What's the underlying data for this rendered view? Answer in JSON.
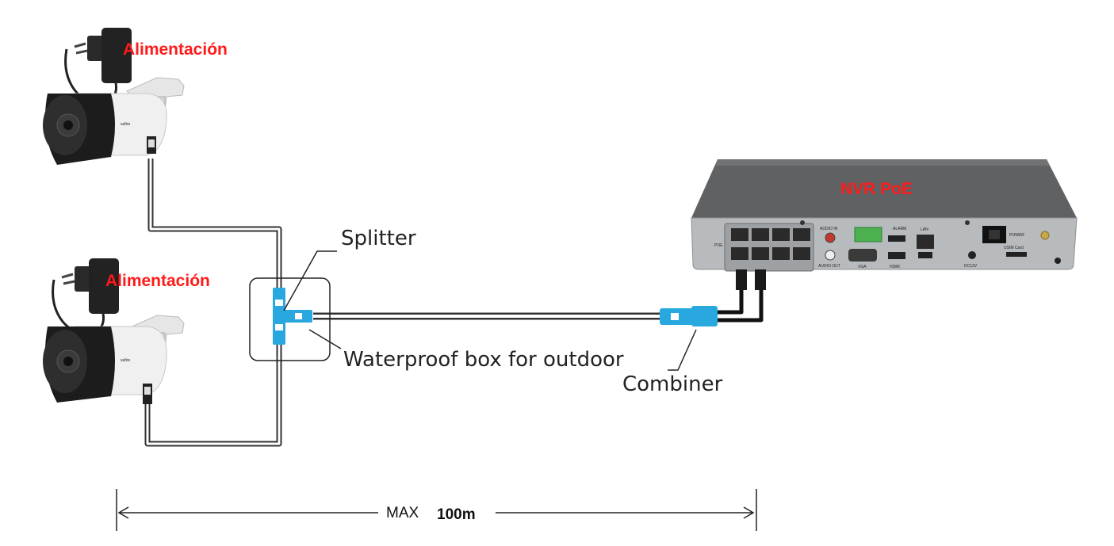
{
  "cameras": [
    {
      "power_label": "Alimentación",
      "brand": "safire"
    },
    {
      "power_label": "Alimentación",
      "brand": "safire"
    }
  ],
  "splitter_label": "Splitter",
  "box_label": "Waterproof box for outdoor",
  "combiner_label": "Combiner",
  "nvr": {
    "label": "NVR PoE",
    "panel_labels": {
      "poe": "POE",
      "audio_in": "AUDIO IN",
      "audio_out": "AUDIO OUT",
      "alarm": "ALARM",
      "vga": "VGA",
      "hdmi": "HDMI",
      "lan": "LAN",
      "dc": "DC12V",
      "power": "POWER",
      "usim": "USIM Card"
    }
  },
  "distance": {
    "prefix": "MAX",
    "value": "100m"
  },
  "colors": {
    "label_red": "#ff1a1a",
    "connector_blue": "#29a8e0",
    "nvr_body": "#5f6163"
  }
}
